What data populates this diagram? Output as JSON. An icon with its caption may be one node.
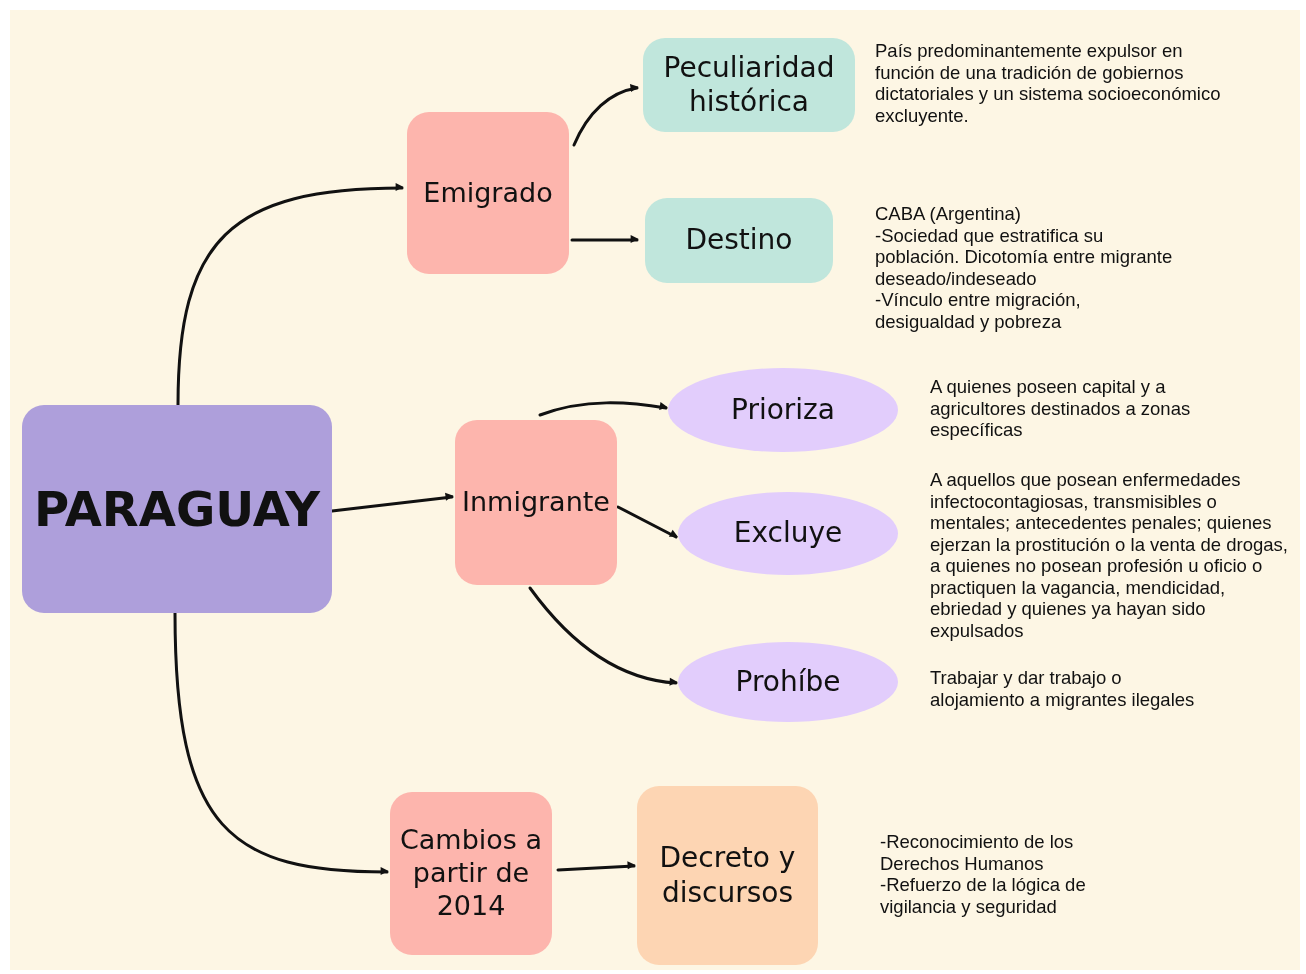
{
  "diagram": {
    "nodes": [
      {
        "text": [
          "PARAGUAY"
        ]
      },
      {
        "text": [
          "Emigrado"
        ]
      },
      {
        "text": [
          "Peculiaridad histórica"
        ],
        "beside": [
          "País predominantemente expulsor en función de una tradición de gobiernos dictatoriales y un sistema socioeconómico excluyente."
        ]
      },
      {
        "text": [
          "Destino"
        ],
        "beside": [
          "CABA (Argentina)",
          "-Sociedad que estratifica su población. Dicotomía entre migrante deseado/indeseado",
          "-Vínculo entre migración, desigualdad y pobreza"
        ]
      },
      {
        "text": [
          "Inmigrante"
        ]
      },
      {
        "text": [
          "Prioriza"
        ],
        "beside": [
          "A quienes poseen capital y a agricultores destinados a zonas específicas"
        ]
      },
      {
        "text": [
          "Excluye"
        ],
        "beside": [
          "A aquellos que posean enfermedades infectocontagiosas, transmisibles o mentales; antecedentes penales; quienes ejerzan la prostitución o la venta de drogas, a quienes no posean profesión u oficio o practiquen la vagancia, mendicidad, ebriedad y quienes ya hayan sido expulsados"
        ]
      },
      {
        "text": [
          "Prohíbe"
        ],
        "beside": [
          "Trabajar y dar trabajo o alojamiento a migrantes ilegales"
        ]
      },
      {
        "text": [
          "Cambios a partir de 2014"
        ]
      },
      {
        "text": [
          "Decreto y discursos"
        ],
        "beside": [
          "-Reconocimiento de los Derechos Humanos",
          "-Refuerzo de la lógica de vigilancia y seguridad"
        ]
      }
    ],
    "edges": [
      {
        "from": 0,
        "to": 1,
        "arrow": "to"
      },
      {
        "from": 0,
        "to": 4,
        "arrow": "to"
      },
      {
        "from": 0,
        "to": 8,
        "arrow": "to"
      },
      {
        "from": 1,
        "to": 2,
        "arrow": "to"
      },
      {
        "from": 1,
        "to": 3,
        "arrow": "to"
      },
      {
        "from": 4,
        "to": 5,
        "arrow": "to"
      },
      {
        "from": 4,
        "to": 6,
        "arrow": "to"
      },
      {
        "from": 4,
        "to": 7,
        "arrow": "to"
      },
      {
        "from": 8,
        "to": 9,
        "arrow": "to"
      }
    ]
  }
}
